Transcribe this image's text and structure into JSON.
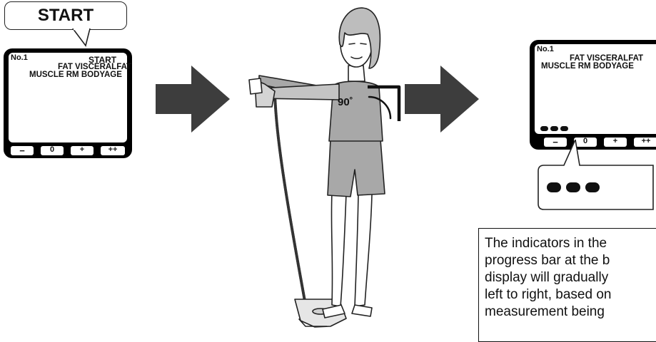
{
  "step1": {
    "callout": "START",
    "device": {
      "user": "No.1",
      "start": "START",
      "row1": "FAT  VISCERALFAT",
      "row2": "MUSCLE  RM  BODYAGE",
      "buttons": [
        "−",
        "0",
        "+",
        "++"
      ]
    }
  },
  "step2": {
    "angle": "90˚"
  },
  "step3": {
    "device": {
      "user": "No.1",
      "row1": "FAT  VISCERALFAT",
      "row2": "MUSCLE  RM  BODYAGE",
      "buttons": [
        "−",
        "0",
        "+",
        "++"
      ]
    },
    "progress_fraction": 0.375,
    "description": [
      "The indicators in the",
      "progress bar at the b",
      "display will gradually",
      "left to right, based on",
      "measurement being"
    ]
  },
  "colors": {
    "device": "#000000",
    "arrow": "#3d3d3d",
    "figure_fill": "#a8a8a8"
  },
  "icons": [
    "right-arrow-icon",
    "right-arrow-icon",
    "progress-dot-icon"
  ]
}
